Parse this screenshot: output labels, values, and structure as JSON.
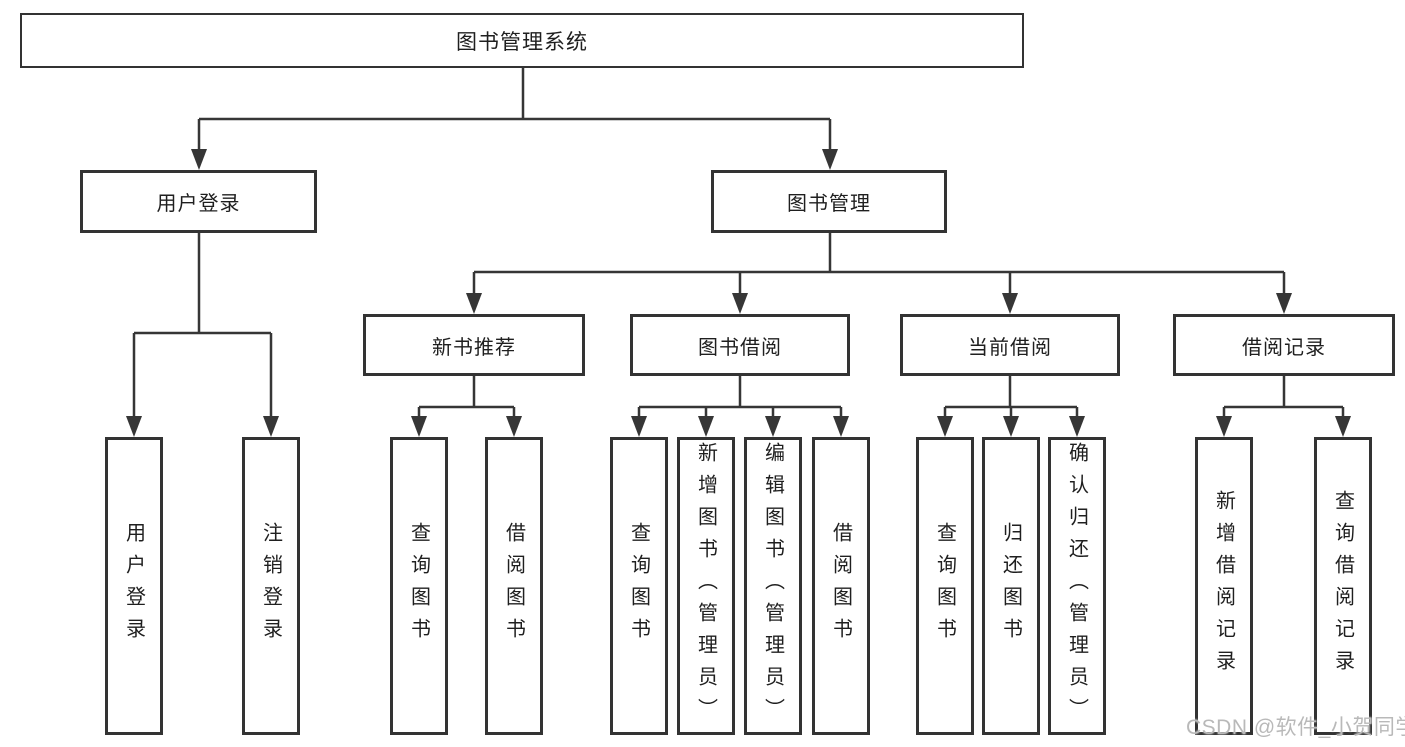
{
  "tree": {
    "root": {
      "label": "图书管理系统"
    },
    "level2": [
      {
        "label": "用户登录"
      },
      {
        "label": "图书管理"
      }
    ],
    "level3": [
      {
        "label": "新书推荐",
        "parent": "图书管理"
      },
      {
        "label": "图书借阅",
        "parent": "图书管理"
      },
      {
        "label": "当前借阅",
        "parent": "图书管理"
      },
      {
        "label": "借阅记录",
        "parent": "图书管理"
      }
    ],
    "leaves": [
      {
        "label": "用户登录",
        "parent": "用户登录"
      },
      {
        "label": "注销登录",
        "parent": "用户登录"
      },
      {
        "label": "查询图书",
        "parent": "新书推荐"
      },
      {
        "label": "借阅图书",
        "parent": "新书推荐"
      },
      {
        "label": "查询图书",
        "parent": "图书借阅"
      },
      {
        "label": "新增图书（管理员）",
        "parent": "图书借阅"
      },
      {
        "label": "编辑图书（管理员）",
        "parent": "图书借阅"
      },
      {
        "label": "借阅图书",
        "parent": "图书借阅"
      },
      {
        "label": "查询图书",
        "parent": "当前借阅"
      },
      {
        "label": "归还图书",
        "parent": "当前借阅"
      },
      {
        "label": "确认归还（管理员）",
        "parent": "当前借阅"
      },
      {
        "label": "新增借阅记录",
        "parent": "借阅记录"
      },
      {
        "label": "查询借阅记录",
        "parent": "借阅记录"
      }
    ]
  },
  "watermark": {
    "text": "CSDN @软件_小贺同学"
  },
  "colors": {
    "line": "#363636",
    "box_border": "#333333",
    "text": "#1f1f1f",
    "watermark": "#b9b9b9",
    "background": "#ffffff"
  }
}
